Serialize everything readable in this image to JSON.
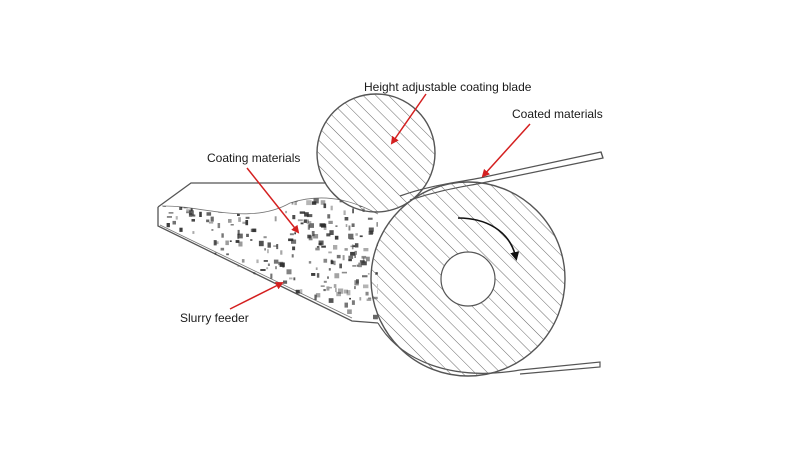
{
  "labels": {
    "blade": "Height adjustable coating blade",
    "coated": "Coated materials",
    "coating": "Coating materials",
    "feeder": "Slurry feeder"
  },
  "colors": {
    "stroke": "#555555",
    "hatch": "#666666",
    "arrow": "#d42020",
    "speckle": "#2e2e2e"
  }
}
